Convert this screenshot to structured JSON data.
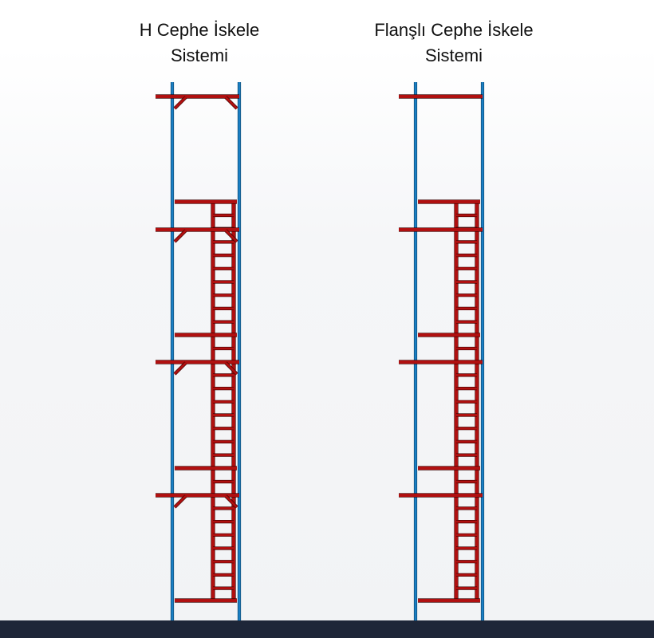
{
  "diagrams": [
    {
      "title_line1": "H Cephe İskele",
      "title_line2": "Sistemi",
      "type": "h-frame",
      "levels": 4
    },
    {
      "title_line1": "Flanşlı Cephe İskele",
      "title_line2": "Sistemi",
      "type": "flanged",
      "levels": 4
    }
  ],
  "colors": {
    "post": "#1a7fc4",
    "member": "#b01010",
    "footer": "#1e2638"
  }
}
